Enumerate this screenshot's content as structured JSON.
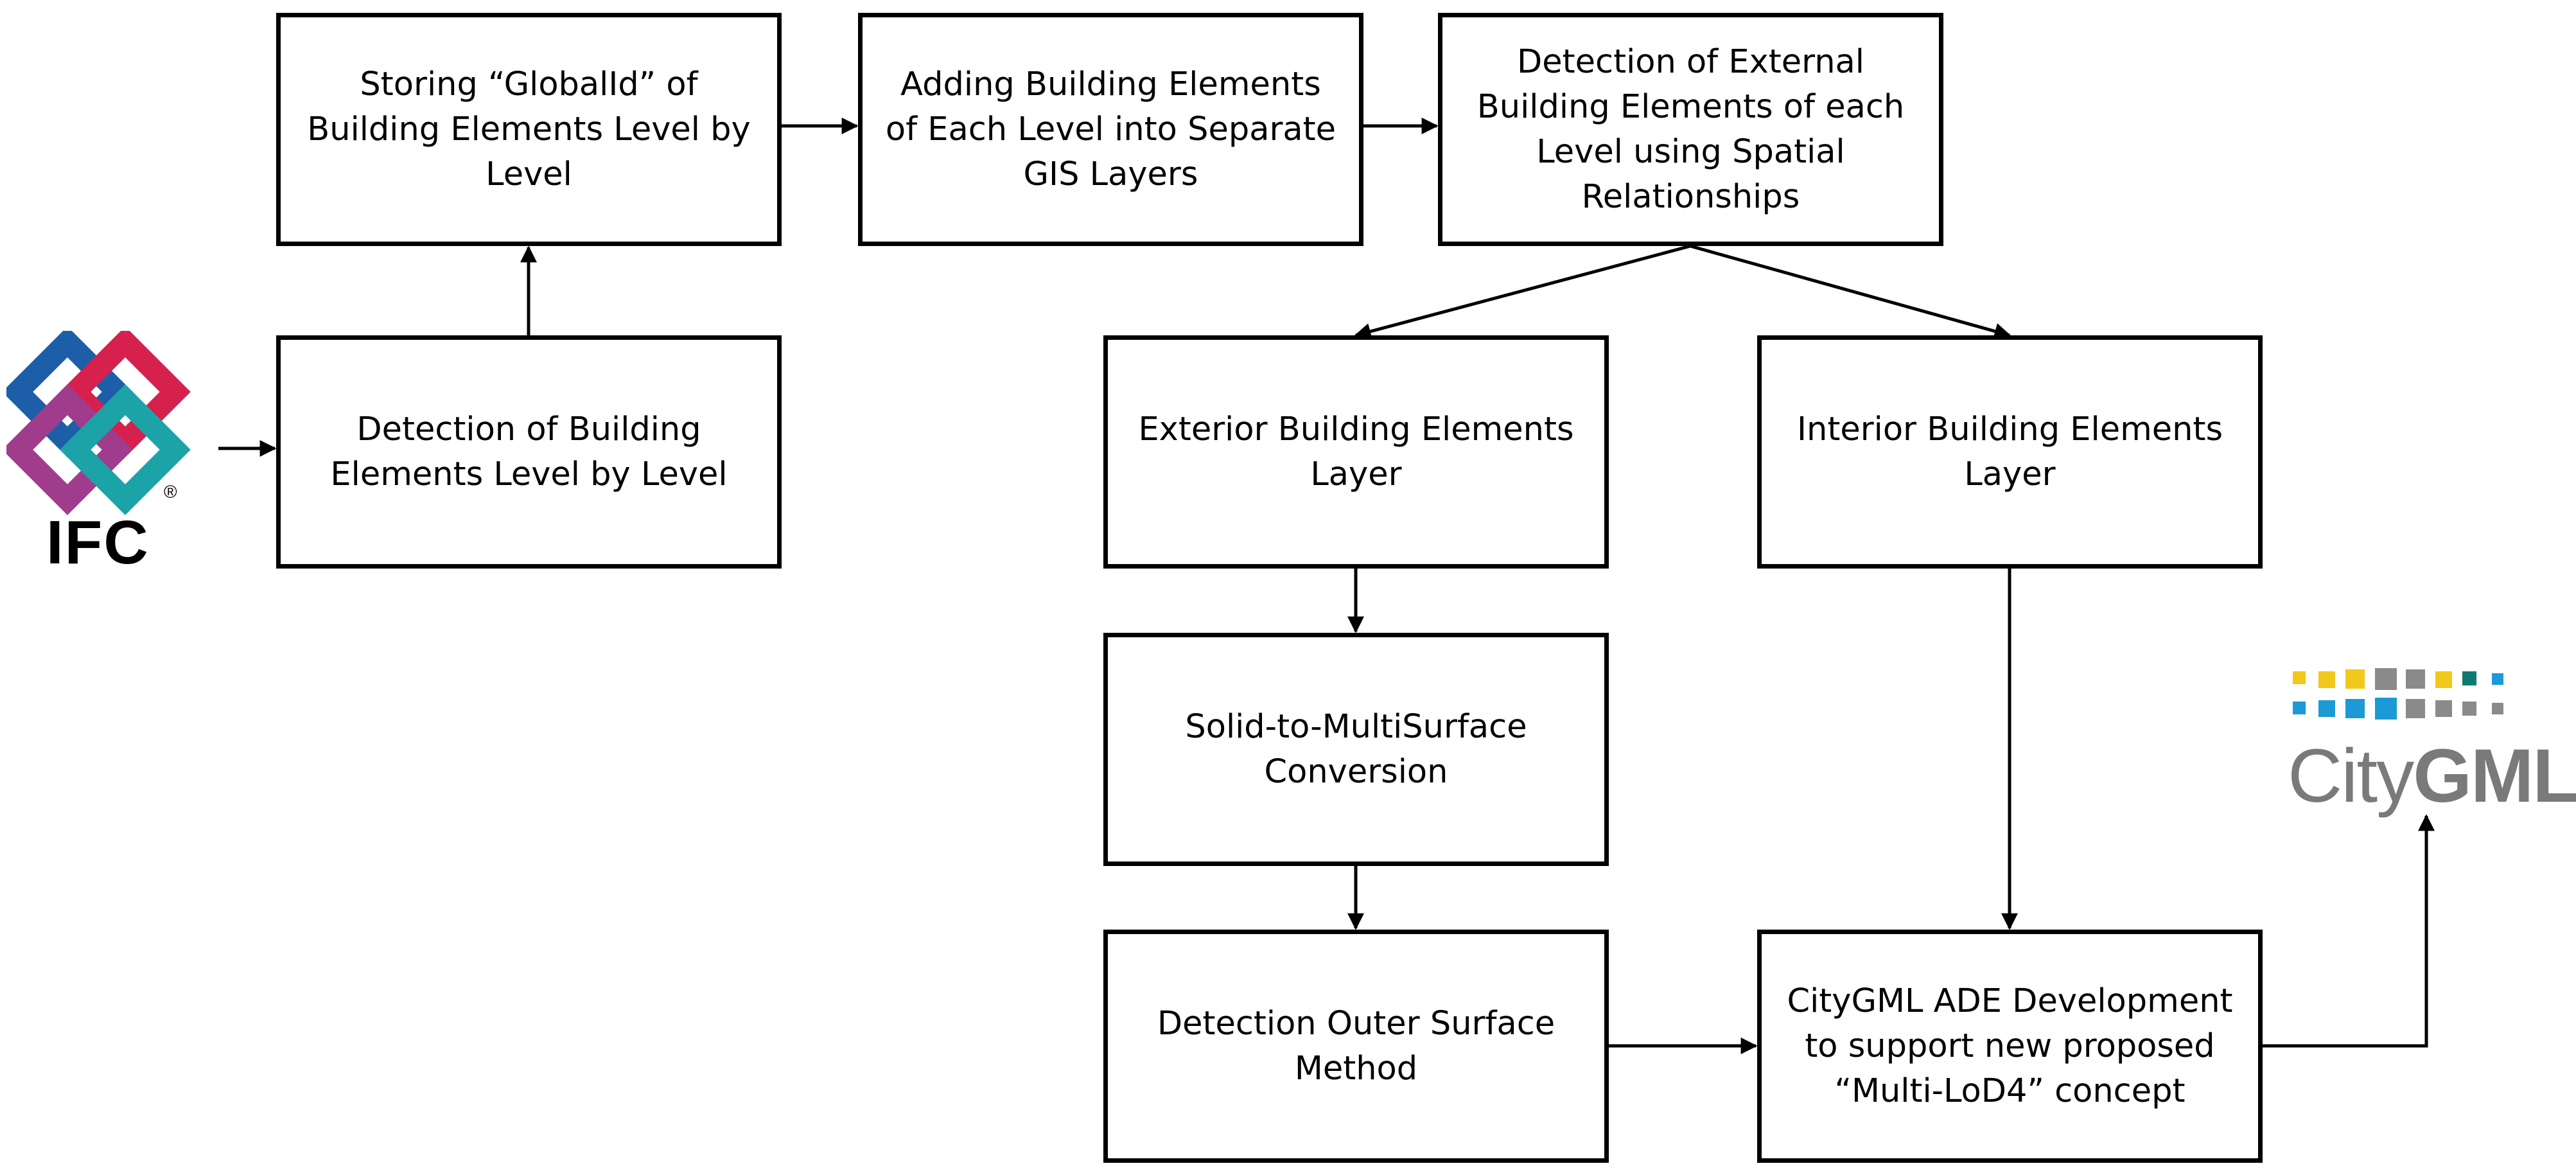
{
  "boxes": {
    "storing_globalid": "Storing “GlobalId” of\nBuilding Elements Level by\nLevel",
    "adding_elements": "Adding Building Elements\nof Each Level into Separate\nGIS Layers",
    "detection_external": "Detection of External\nBuilding Elements of each\nLevel using Spatial\nRelationships",
    "detection_building": "Detection of Building\nElements Level by Level",
    "exterior_layer": "Exterior Building Elements\nLayer",
    "interior_layer": "Interior Building Elements\nLayer",
    "solid_to_multisurface": "Solid-to-MultiSurface\nConversion",
    "detection_outer": "Detection Outer Surface\nMethod",
    "citygml_ade": "CityGML ADE Development\nto support new proposed\n“Multi-LoD4” concept"
  },
  "logos": {
    "ifc": {
      "text": "IFC",
      "registered": "®",
      "colors": [
        "#1c5fa8",
        "#d6204e",
        "#a03c8c",
        "#1ba3a8"
      ]
    },
    "citygml": {
      "text_light": "City",
      "text_bold": "GML",
      "colors": [
        "#f2c81c",
        "#1b9ad6",
        "#8a8a8a",
        "#0f7a73"
      ]
    }
  }
}
